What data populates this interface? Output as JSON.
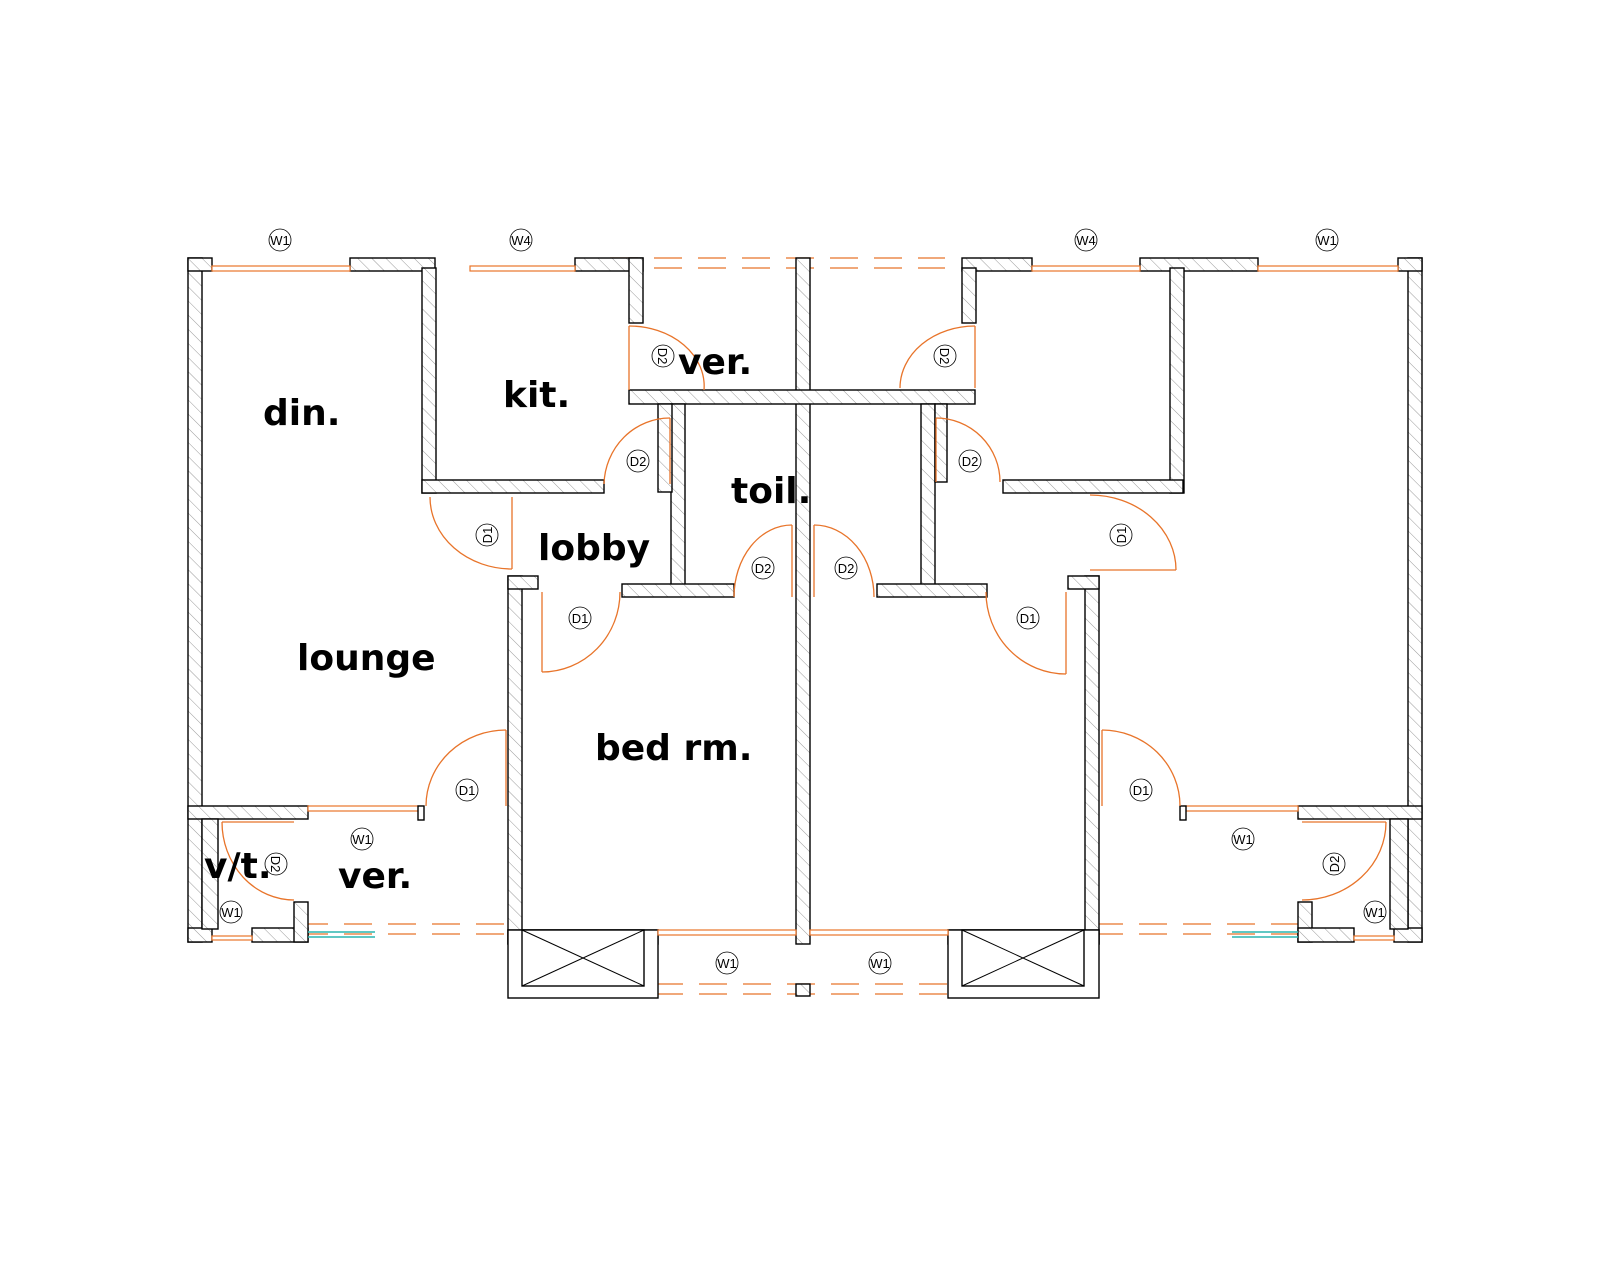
{
  "rooms": {
    "din": "din.",
    "kit": "kit.",
    "ver_top": "ver.",
    "toil": "toil.",
    "lobby": "lobby",
    "lounge": "lounge",
    "bed": "bed rm.",
    "vt": "v/t.",
    "ver_bottom": "ver."
  },
  "tags": {
    "w1": "W1",
    "w4": "W4",
    "d1": "D1",
    "d2": "D2"
  },
  "colors": {
    "door": "#e8742a",
    "wall": "#000000",
    "glass": "#2bb5b0"
  }
}
